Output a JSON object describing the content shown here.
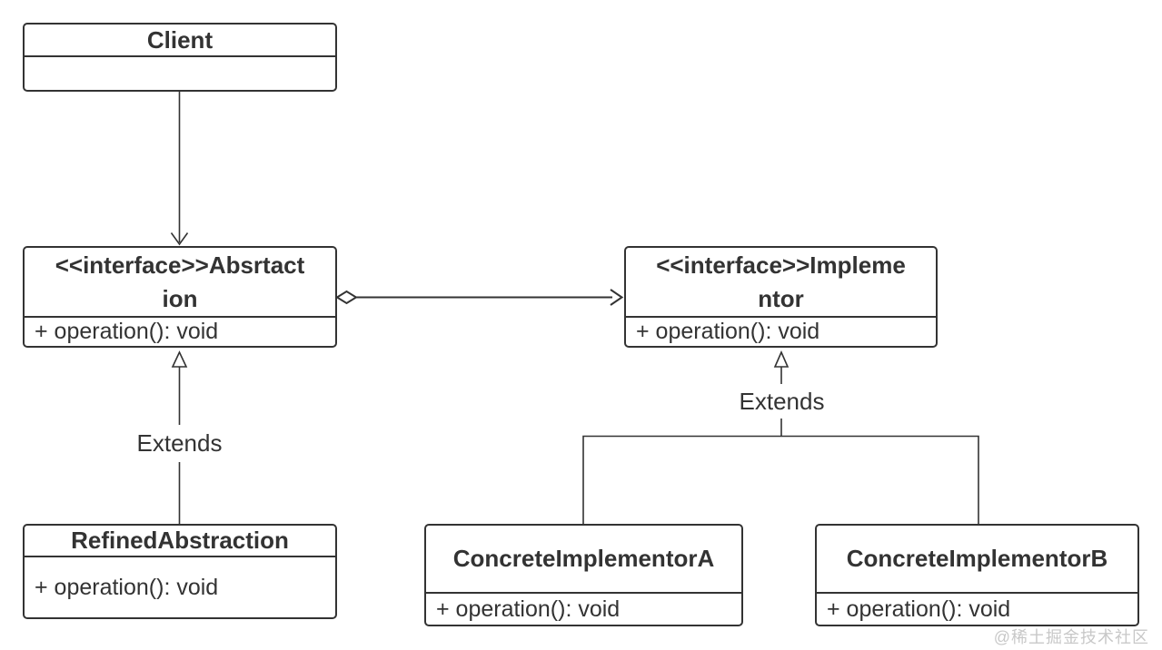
{
  "diagram": {
    "kind": "uml-class-diagram",
    "pattern": "Bridge",
    "colors": {
      "stroke": "#333333",
      "text": "#333333",
      "background": "#ffffff",
      "watermark": "#c8c8c8"
    },
    "classes": {
      "client": {
        "title": "Client",
        "members": []
      },
      "abstraction": {
        "title_full": "<<interface>>Absrtaction",
        "title_line1": "<<interface>>Absrtact",
        "title_line2": "ion",
        "member1": "+ operation(): void"
      },
      "implementor": {
        "title_full": "<<interface>>Implementor",
        "title_line1": "<<interface>>Impleme",
        "title_line2": "ntor",
        "member1": "+ operation(): void"
      },
      "refined_abstraction": {
        "title": "RefinedAbstraction",
        "member1": "+ operation(): void"
      },
      "concrete_implementor_a": {
        "title": "ConcreteImplementorA",
        "member1": "+ operation(): void"
      },
      "concrete_implementor_b": {
        "title": "ConcreteImplementorB",
        "member1": "+ operation(): void"
      }
    },
    "relationships": {
      "client_to_abstraction": "open-arrow",
      "abstraction_to_implementor": "aggregation-diamond-to-open-arrow",
      "refined_to_abstraction_label": "Extends",
      "concrete_to_implementor_label": "Extends"
    },
    "watermark": "@稀土掘金技术社区"
  }
}
